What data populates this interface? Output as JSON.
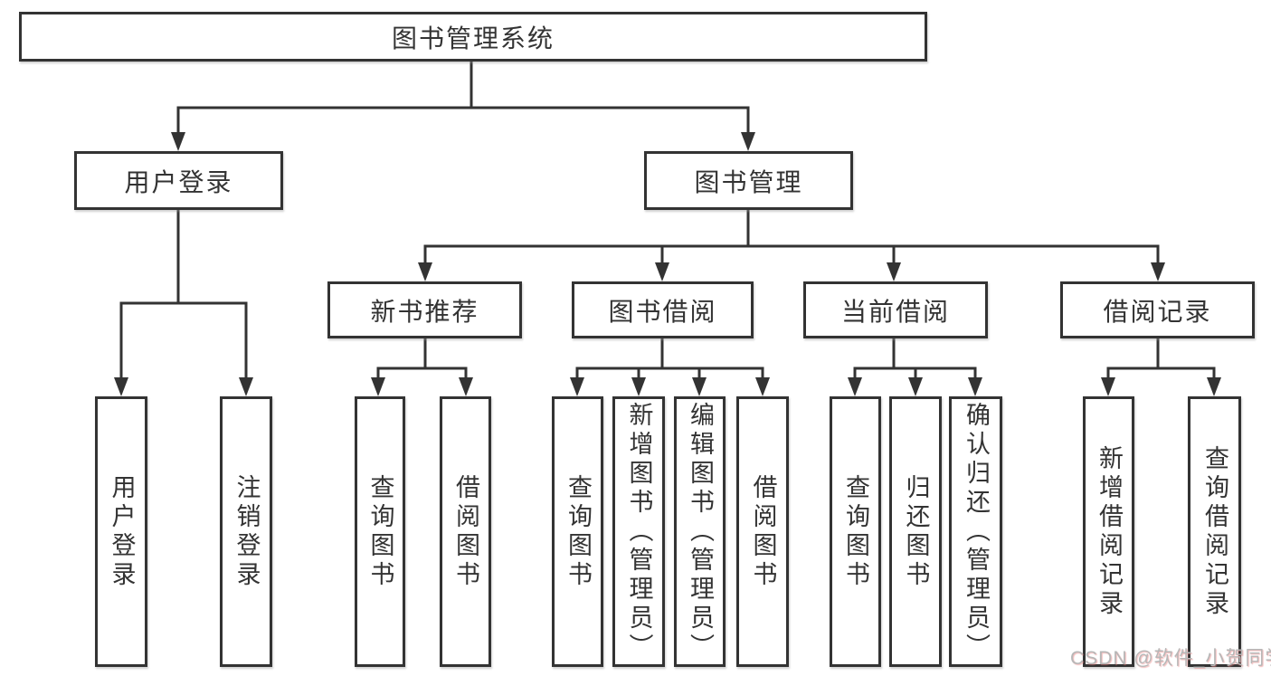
{
  "nodes": {
    "root": {
      "label": "图书管理系统"
    },
    "user_login": {
      "label": "用户登录"
    },
    "book_management": {
      "label": "图书管理"
    },
    "new_book_recommend": {
      "label": "新书推荐"
    },
    "book_borrow": {
      "label": "图书借阅"
    },
    "current_borrow": {
      "label": "当前借阅"
    },
    "borrow_record": {
      "label": "借阅记录"
    },
    "leaves": [
      {
        "label": "用户登录"
      },
      {
        "label": "注销登录"
      },
      {
        "label": "查询图书"
      },
      {
        "label": "借阅图书"
      },
      {
        "label": "查询图书"
      },
      {
        "label": "新增图书（管理员）"
      },
      {
        "label": "编辑图书（管理员）"
      },
      {
        "label": "借阅图书"
      },
      {
        "label": "查询图书"
      },
      {
        "label": "归还图书"
      },
      {
        "label": "确认归还（管理员）"
      },
      {
        "label": "新增借阅记录"
      },
      {
        "label": "查询借阅记录"
      }
    ]
  },
  "watermark": {
    "text": "CSDN @软件_小贺同学"
  },
  "colors": {
    "line": "#333333",
    "box_border": "#333333",
    "text": "#333333",
    "background": "#ffffff",
    "watermark": "#b7b7b7"
  }
}
